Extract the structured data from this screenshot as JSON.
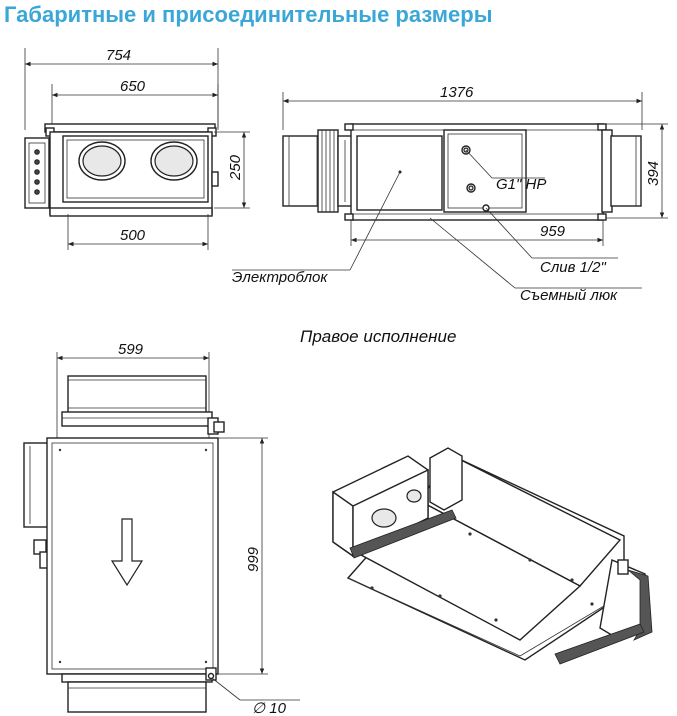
{
  "title": "Габаритные и присоединительные размеры",
  "subtitle": "Правое исполнение",
  "dimensions": {
    "front_overall_width": "754",
    "front_body_width": "650",
    "front_height": "250",
    "front_spigot_span": "500",
    "side_overall_length": "1376",
    "side_height": "394",
    "side_body_length": "959",
    "top_width": "599",
    "top_length": "999",
    "hole_diameter": "∅ 10"
  },
  "callouts": {
    "connection": "G1\" НР",
    "drain": "Слив 1/2\"",
    "electric_box": "Электроблок",
    "service_hatch": "Съемный люк"
  }
}
